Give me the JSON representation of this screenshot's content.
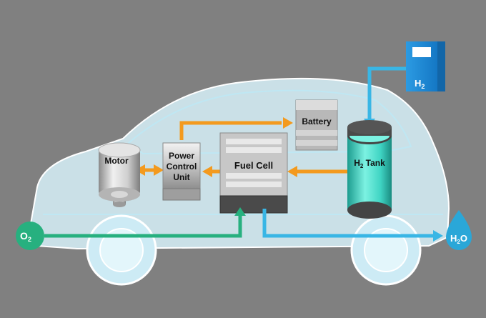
{
  "diagram": {
    "components": {
      "motor": "Motor",
      "pcu_line1": "Power",
      "pcu_line2": "Control",
      "pcu_line3": "Unit",
      "fuel_cell": "Fuel Cell",
      "battery": "Battery",
      "tank_prefix": "H",
      "tank_sub": "2",
      "tank_suffix": " Tank"
    },
    "station": {
      "prefix": "H",
      "sub": "2"
    },
    "inputs": {
      "oxygen_prefix": "O",
      "oxygen_sub": "2"
    },
    "outputs": {
      "water_prefix": "H",
      "water_sub": "2",
      "water_suffix": "O"
    },
    "colors": {
      "background": "#808080",
      "car_body": "#d7f1f9",
      "hydrogen_flow": "#39b6e5",
      "power_flow": "#f39a1e",
      "oxygen_flow": "#27b07f",
      "water_drop": "#2aa7d8",
      "tank": "#3fd4c3",
      "station": "#1f8fd8"
    }
  }
}
